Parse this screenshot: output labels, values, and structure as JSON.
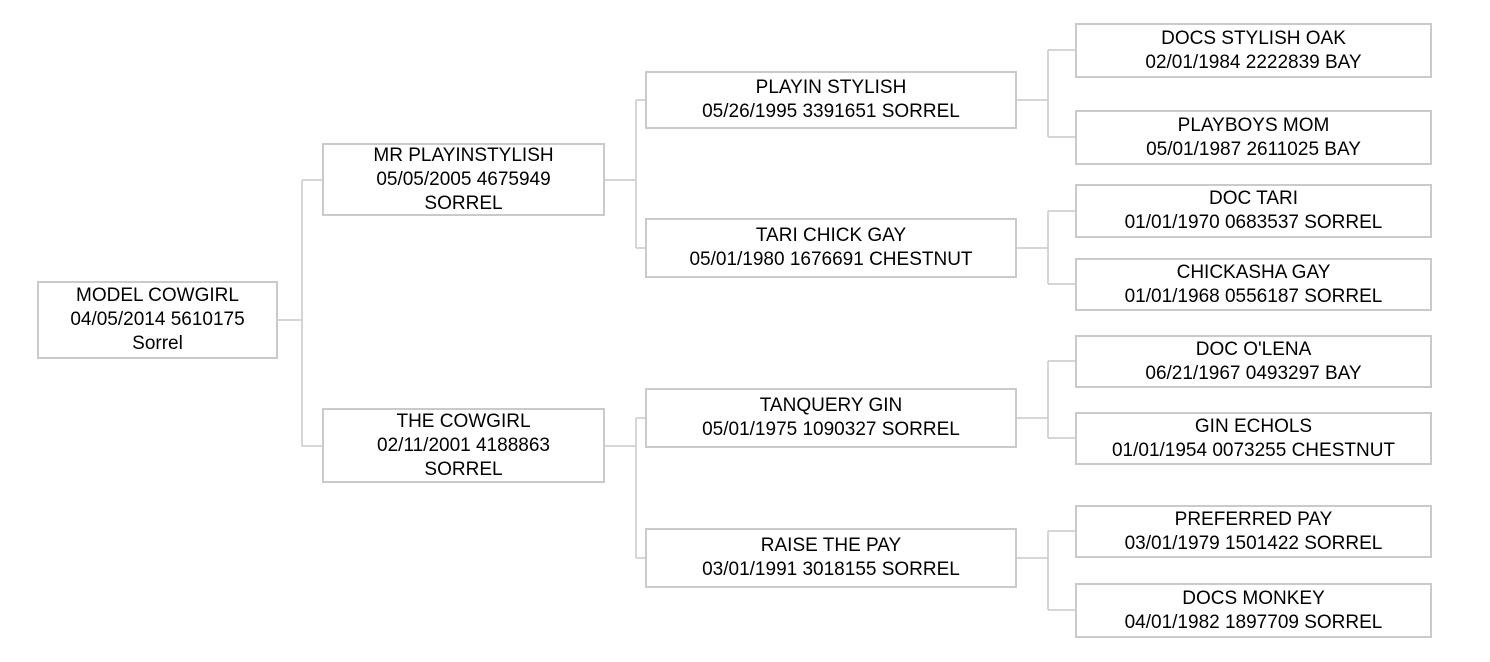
{
  "diagram": {
    "type": "pedigree-tree",
    "subject": "MODEL COWGIRL",
    "generations": 4
  },
  "nodes": {
    "model_cowgirl": {
      "name": "MODEL COWGIRL",
      "detail": "04/05/2014 5610175",
      "color": "Sorrel"
    },
    "mr_playinstylish": {
      "name": "MR PLAYINSTYLISH",
      "detail": "05/05/2005 4675949",
      "color": "SORREL"
    },
    "the_cowgirl": {
      "name": "THE COWGIRL",
      "detail": "02/11/2001 4188863",
      "color": "SORREL"
    },
    "playin_stylish": {
      "name": "PLAYIN STYLISH",
      "detail": "05/26/1995 3391651 SORREL"
    },
    "tari_chick_gay": {
      "name": "TARI CHICK GAY",
      "detail": "05/01/1980 1676691 CHESTNUT"
    },
    "tanquery_gin": {
      "name": "TANQUERY GIN",
      "detail": "05/01/1975 1090327 SORREL"
    },
    "raise_the_pay": {
      "name": "RAISE THE PAY",
      "detail": "03/01/1991 3018155 SORREL"
    },
    "docs_stylish_oak": {
      "name": "DOCS STYLISH OAK",
      "detail": "02/01/1984 2222839 BAY"
    },
    "playboys_mom": {
      "name": "PLAYBOYS MOM",
      "detail": "05/01/1987 2611025 BAY"
    },
    "doc_tari": {
      "name": "DOC TARI",
      "detail": "01/01/1970 0683537 SORREL"
    },
    "chickasha_gay": {
      "name": "CHICKASHA GAY",
      "detail": "01/01/1968 0556187 SORREL"
    },
    "doc_olena": {
      "name": "DOC O'LENA",
      "detail": "06/21/1967 0493297 BAY"
    },
    "gin_echols": {
      "name": "GIN ECHOLS",
      "detail": "01/01/1954 0073255 CHESTNUT"
    },
    "preferred_pay": {
      "name": "PREFERRED PAY",
      "detail": "03/01/1979 1501422 SORREL"
    },
    "docs_monkey": {
      "name": "DOCS MONKEY",
      "detail": "04/01/1982 1897709 SORREL"
    }
  },
  "structure": {
    "model_cowgirl": {
      "parents": [
        "mr_playinstylish",
        "the_cowgirl"
      ]
    },
    "mr_playinstylish": {
      "parents": [
        "playin_stylish",
        "tari_chick_gay"
      ]
    },
    "the_cowgirl": {
      "parents": [
        "tanquery_gin",
        "raise_the_pay"
      ]
    },
    "playin_stylish": {
      "parents": [
        "docs_stylish_oak",
        "playboys_mom"
      ]
    },
    "tari_chick_gay": {
      "parents": [
        "doc_tari",
        "chickasha_gay"
      ]
    },
    "tanquery_gin": {
      "parents": [
        "doc_olena",
        "gin_echols"
      ]
    },
    "raise_the_pay": {
      "parents": [
        "preferred_pay",
        "docs_monkey"
      ]
    }
  },
  "colors": {
    "background": "#ffffff",
    "box_border": "#cacaca",
    "connector": "#c9c9c9",
    "text": "#000000"
  }
}
